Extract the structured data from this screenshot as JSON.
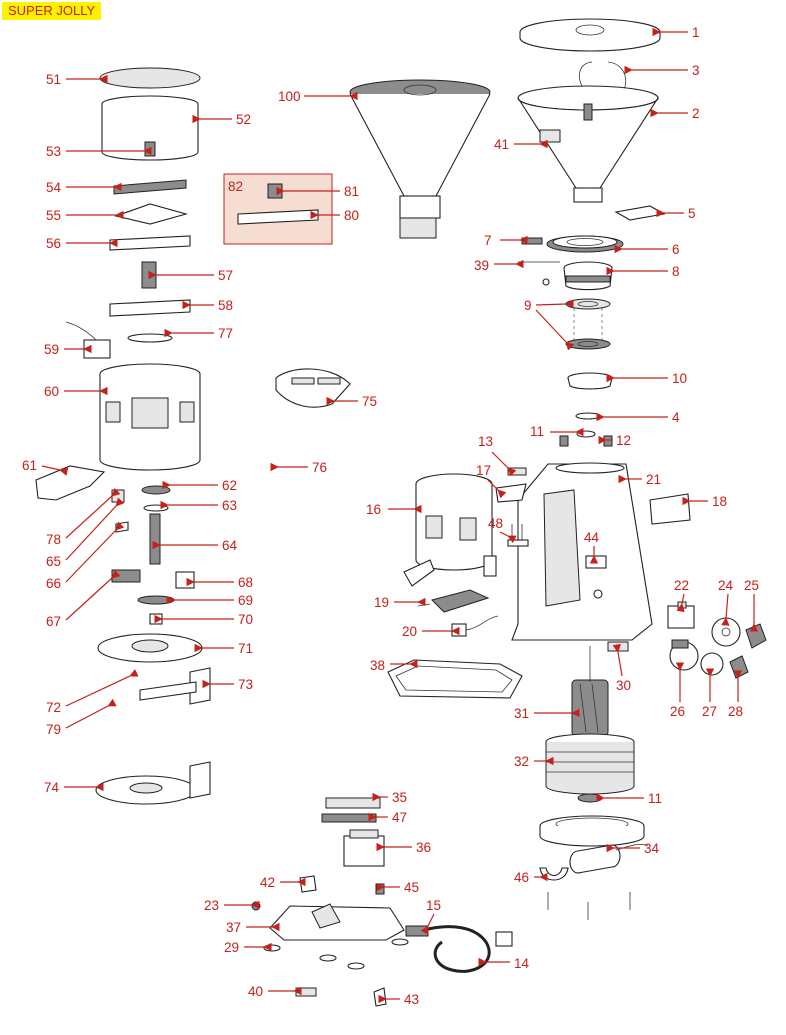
{
  "title": "SUPER JOLLY",
  "colors": {
    "callout": "#c8201a",
    "badge_bg": "#fff200",
    "subassembly_box": "#f6ddd2"
  },
  "callouts": [
    "1",
    "2",
    "3",
    "4",
    "5",
    "6",
    "7",
    "8",
    "9",
    "10",
    "11",
    "11",
    "12",
    "13",
    "14",
    "15",
    "16",
    "17",
    "18",
    "19",
    "20",
    "21",
    "22",
    "23",
    "24",
    "25",
    "26",
    "27",
    "28",
    "29",
    "30",
    "31",
    "32",
    "34",
    "35",
    "36",
    "37",
    "38",
    "39",
    "40",
    "41",
    "42",
    "43",
    "44",
    "45",
    "46",
    "47",
    "48",
    "51",
    "52",
    "53",
    "54",
    "55",
    "56",
    "57",
    "58",
    "59",
    "60",
    "61",
    "62",
    "63",
    "64",
    "65",
    "66",
    "67",
    "68",
    "69",
    "70",
    "71",
    "72",
    "73",
    "74",
    "75",
    "76",
    "77",
    "78",
    "79",
    "80",
    "81",
    "82",
    "100"
  ]
}
